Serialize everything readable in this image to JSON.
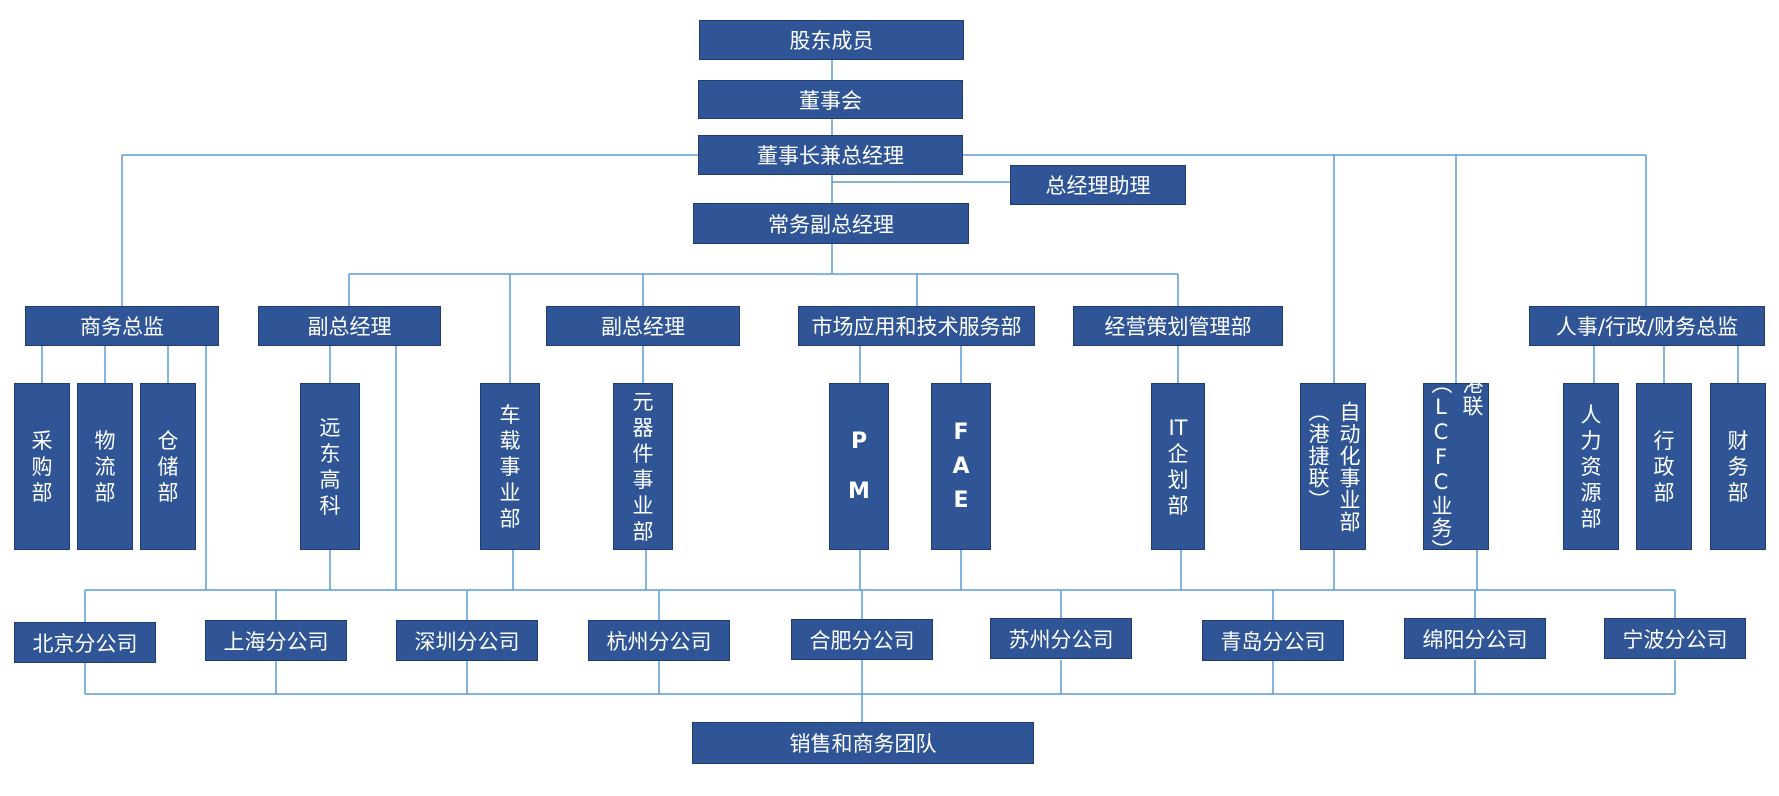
{
  "colors": {
    "box": "#2f5597",
    "line": "#5b9bd5",
    "text": "#ffffff"
  },
  "top": {
    "shareholders": "股东成员",
    "board": "董事会",
    "chairman": "董事长兼总经理",
    "assistant": "总经理助理",
    "exec_vp": "常务副总经理"
  },
  "level2": {
    "commerce_director": "商务总监",
    "vp_a": "副总经理",
    "vp_b": "副总经理",
    "market_dept": "市场应用和技术服务部",
    "planning_dept": "经营策划管理部",
    "hr_director": "人事/行政/财务总监"
  },
  "departments": {
    "purchase": "采购部",
    "logistics": "物流部",
    "warehouse": "仓储部",
    "yuandong": "远东高科",
    "vehicle": "车载事业部",
    "components": "元器件事业部",
    "pm": "PM",
    "fae": "FAE",
    "it": "IT企划部",
    "automation_main": "自动化事业部",
    "automation_sub": "（港捷联）",
    "ganglian_main": "港联",
    "ganglian_sub": "（LCFC业务）",
    "hr": "人力资源部",
    "admin": "行政部",
    "finance": "财务部"
  },
  "branches": [
    "北京分公司",
    "上海分公司",
    "深圳分公司",
    "杭州分公司",
    "合肥分公司",
    "苏州分公司",
    "青岛分公司",
    "绵阳分公司",
    "宁波分公司"
  ],
  "bottom": {
    "sales_team": "销售和商务团队"
  }
}
